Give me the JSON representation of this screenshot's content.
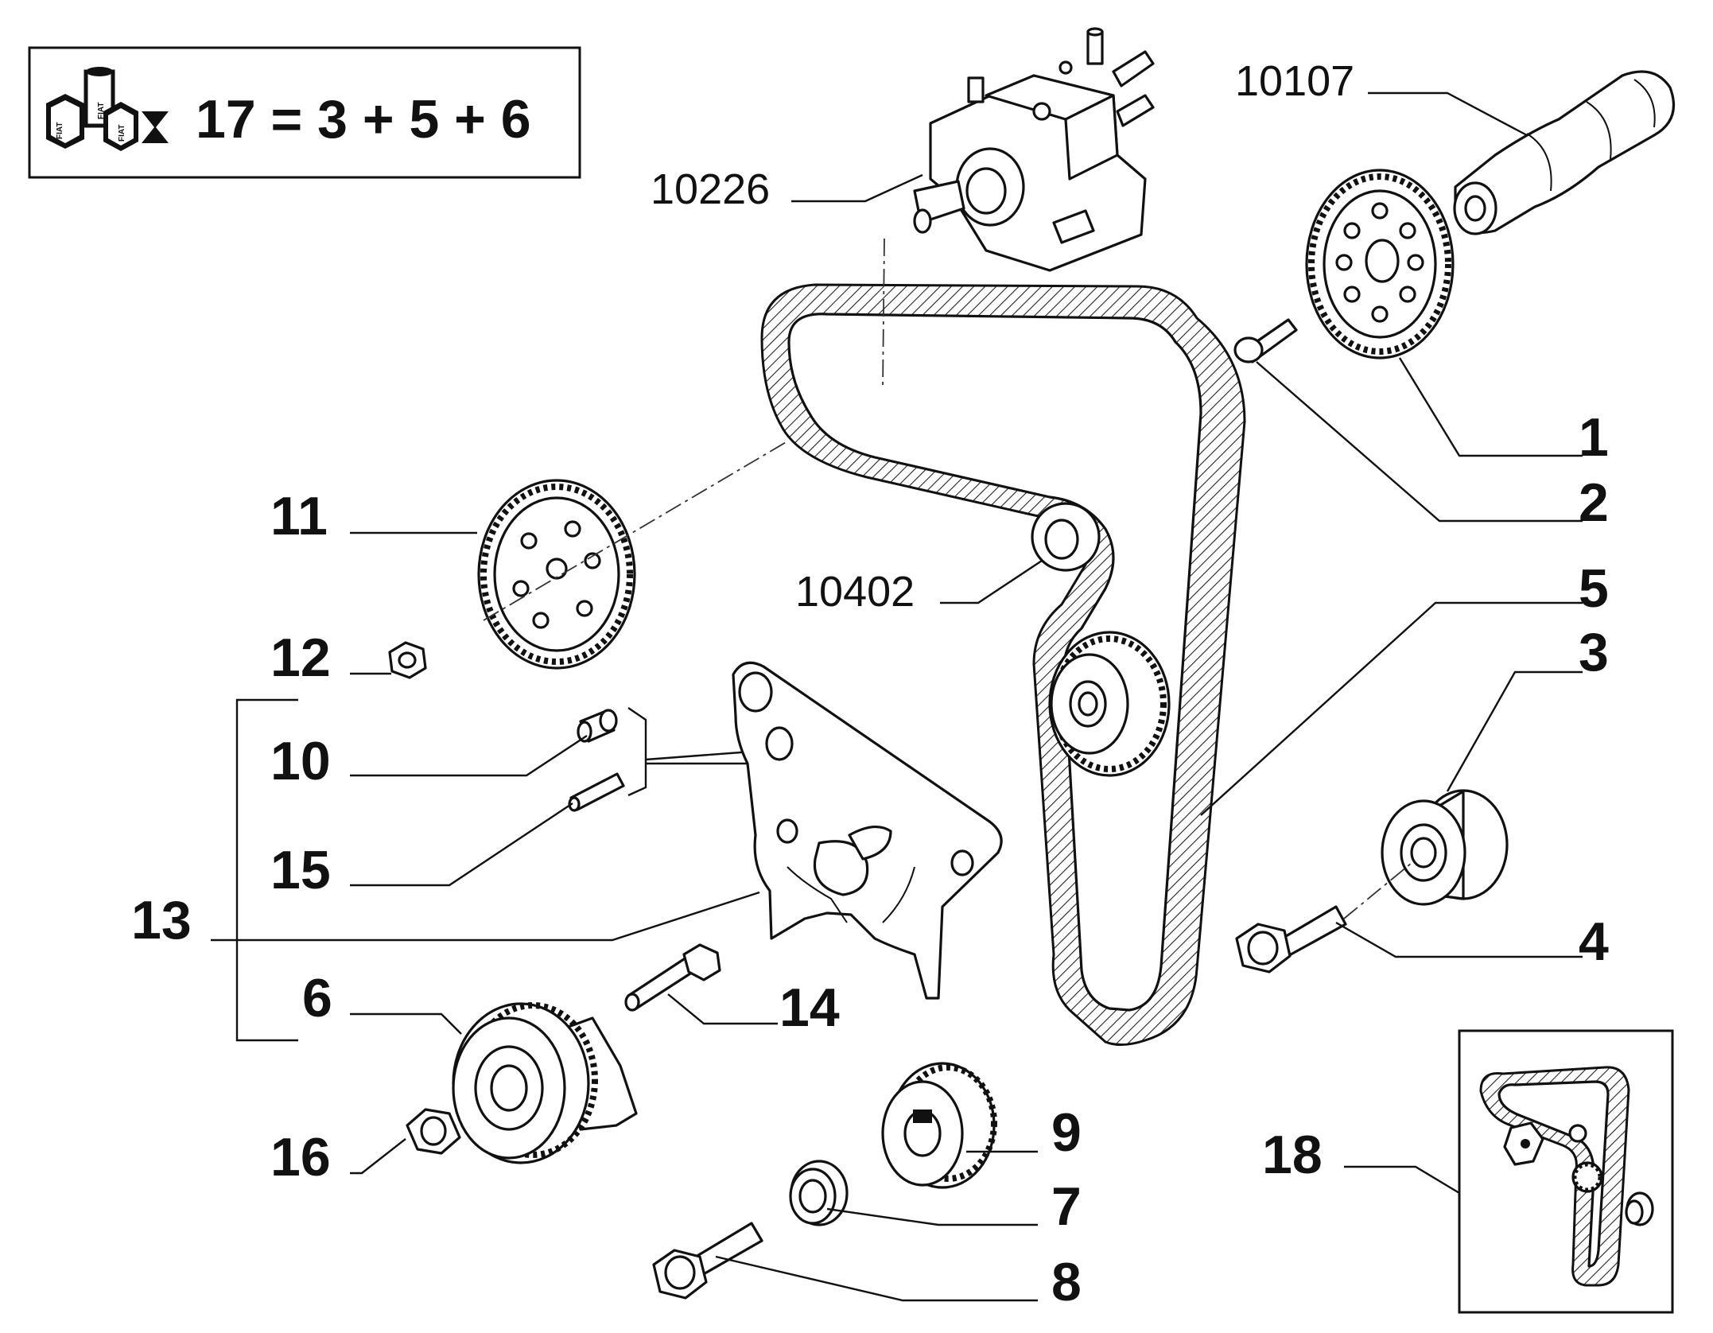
{
  "kit_box": {
    "formula": "17 = 3 + 5 + 6",
    "logo_marks": [
      "FIAT",
      "FIAT",
      "FIAT"
    ]
  },
  "labels": {
    "p1": "1",
    "p2": "2",
    "p3": "3",
    "p4": "4",
    "p5": "5",
    "p6": "6",
    "p7": "7",
    "p8": "8",
    "p9": "9",
    "p10": "10",
    "p11": "11",
    "p12": "12",
    "p13": "13",
    "p14": "14",
    "p15": "15",
    "p16": "16",
    "p18": "18",
    "c10107": "10107",
    "c10226": "10226",
    "c10402": "10402"
  }
}
